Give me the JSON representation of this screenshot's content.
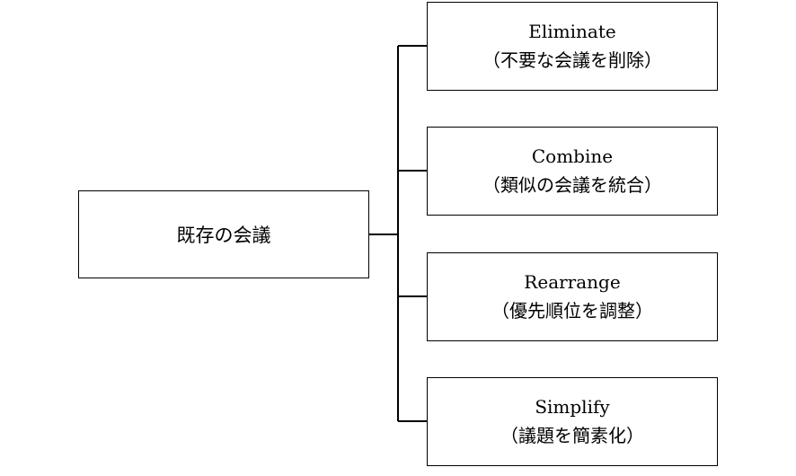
{
  "root": {
    "label": "既存の会議"
  },
  "branches": [
    {
      "title": "Eliminate",
      "subtitle": "（不要な会議を削除）"
    },
    {
      "title": "Combine",
      "subtitle": "（類似の会議を統合）"
    },
    {
      "title": "Rearrange",
      "subtitle": "（優先順位を調整）"
    },
    {
      "title": "Simplify",
      "subtitle": "（議題を簡素化）"
    }
  ]
}
